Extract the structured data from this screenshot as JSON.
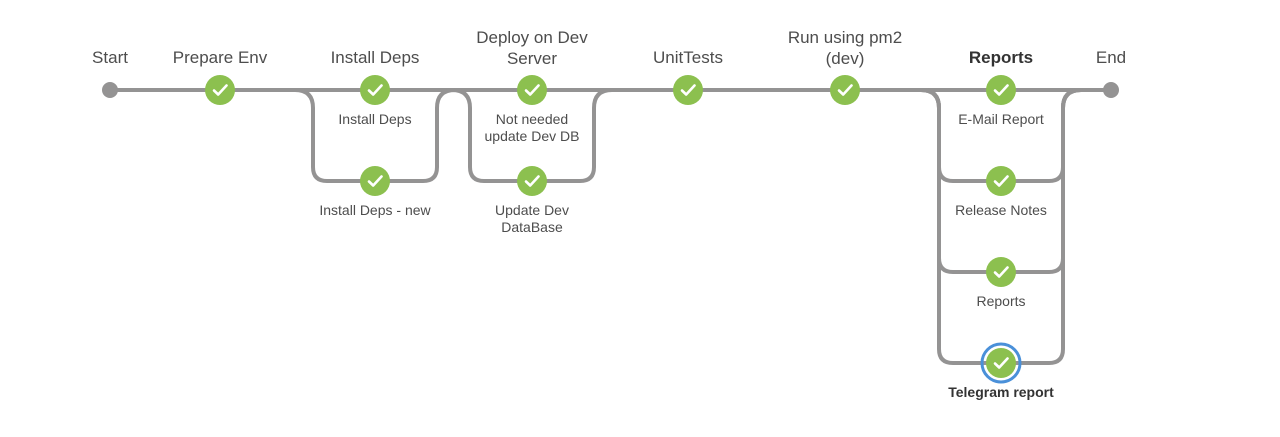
{
  "pipeline": {
    "colors": {
      "success": "#8cc04f",
      "connector": "#949393",
      "selected_ring": "#4a90d9",
      "text": "#4d4d4d"
    },
    "start_label": "Start",
    "end_label": "End",
    "stages": [
      {
        "title": [
          "Prepare Env"
        ],
        "status": "success",
        "branches": []
      },
      {
        "title": [
          "Install Deps"
        ],
        "status": "success",
        "branches": [
          {
            "label": [
              "Install Deps"
            ]
          },
          {
            "label": [
              "Install Deps - new"
            ]
          }
        ]
      },
      {
        "title": [
          "Deploy on Dev",
          "Server"
        ],
        "status": "success",
        "branches": [
          {
            "label": [
              "Not needed",
              "update Dev DB"
            ]
          },
          {
            "label": [
              "Update Dev",
              "DataBase"
            ]
          }
        ]
      },
      {
        "title": [
          "UnitTests"
        ],
        "status": "success",
        "branches": []
      },
      {
        "title": [
          "Run using pm2",
          "(dev)"
        ],
        "status": "success",
        "branches": []
      },
      {
        "title": [
          "Reports"
        ],
        "status": "success",
        "selected": true,
        "branches": [
          {
            "label": [
              "E-Mail Report"
            ]
          },
          {
            "label": [
              "Release Notes"
            ]
          },
          {
            "label": [
              "Reports"
            ]
          },
          {
            "label": [
              "Telegram report"
            ],
            "selected": true
          }
        ]
      }
    ]
  }
}
